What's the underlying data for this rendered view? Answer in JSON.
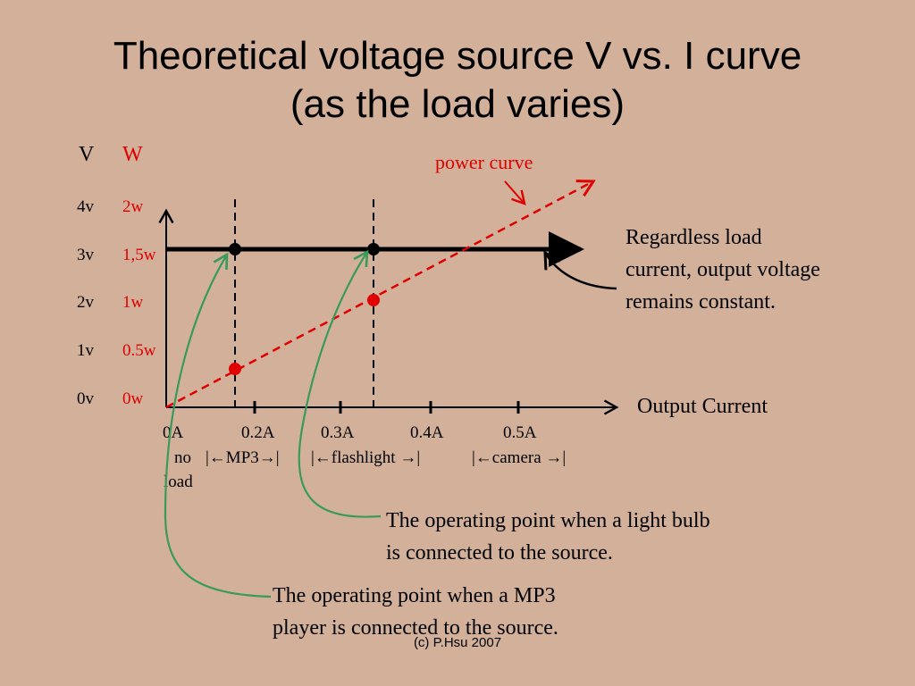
{
  "title": {
    "line1": "Theoretical voltage source V vs. I curve",
    "line2": "(as the load varies)"
  },
  "axes": {
    "left_header": "V",
    "right_header": "W",
    "v_labels": [
      "0v",
      "1v",
      "2v",
      "3v",
      "4v"
    ],
    "w_labels": [
      "0w",
      "0.5w",
      "1w",
      "1,5w",
      "2w"
    ],
    "x_labels": [
      "0A",
      "0.2A",
      "0.3A",
      "0.4A",
      "0.5A"
    ],
    "x_axis_title": "Output Current"
  },
  "ranges": {
    "no_load": [
      "no",
      "load"
    ],
    "mp3": "|←MP3→|",
    "flashlight": "|←flashlight →|",
    "camera": "|←camera →|"
  },
  "annotations": {
    "power_curve": "power curve",
    "voltage_note": [
      "Regardless load",
      "current, output voltage",
      "remains constant."
    ],
    "bulb_note": [
      "The operating point when a light bulb",
      "is connected to the source."
    ],
    "mp3_note": [
      "The operating point when a MP3",
      "player is connected to the source."
    ]
  },
  "footer": "(c) P.Hsu 2007",
  "colors": {
    "background": "#d2b09a",
    "voltage_line": "#000000",
    "power_curve": "#e00000",
    "pointer_arrow": "#3a9a5a"
  }
}
